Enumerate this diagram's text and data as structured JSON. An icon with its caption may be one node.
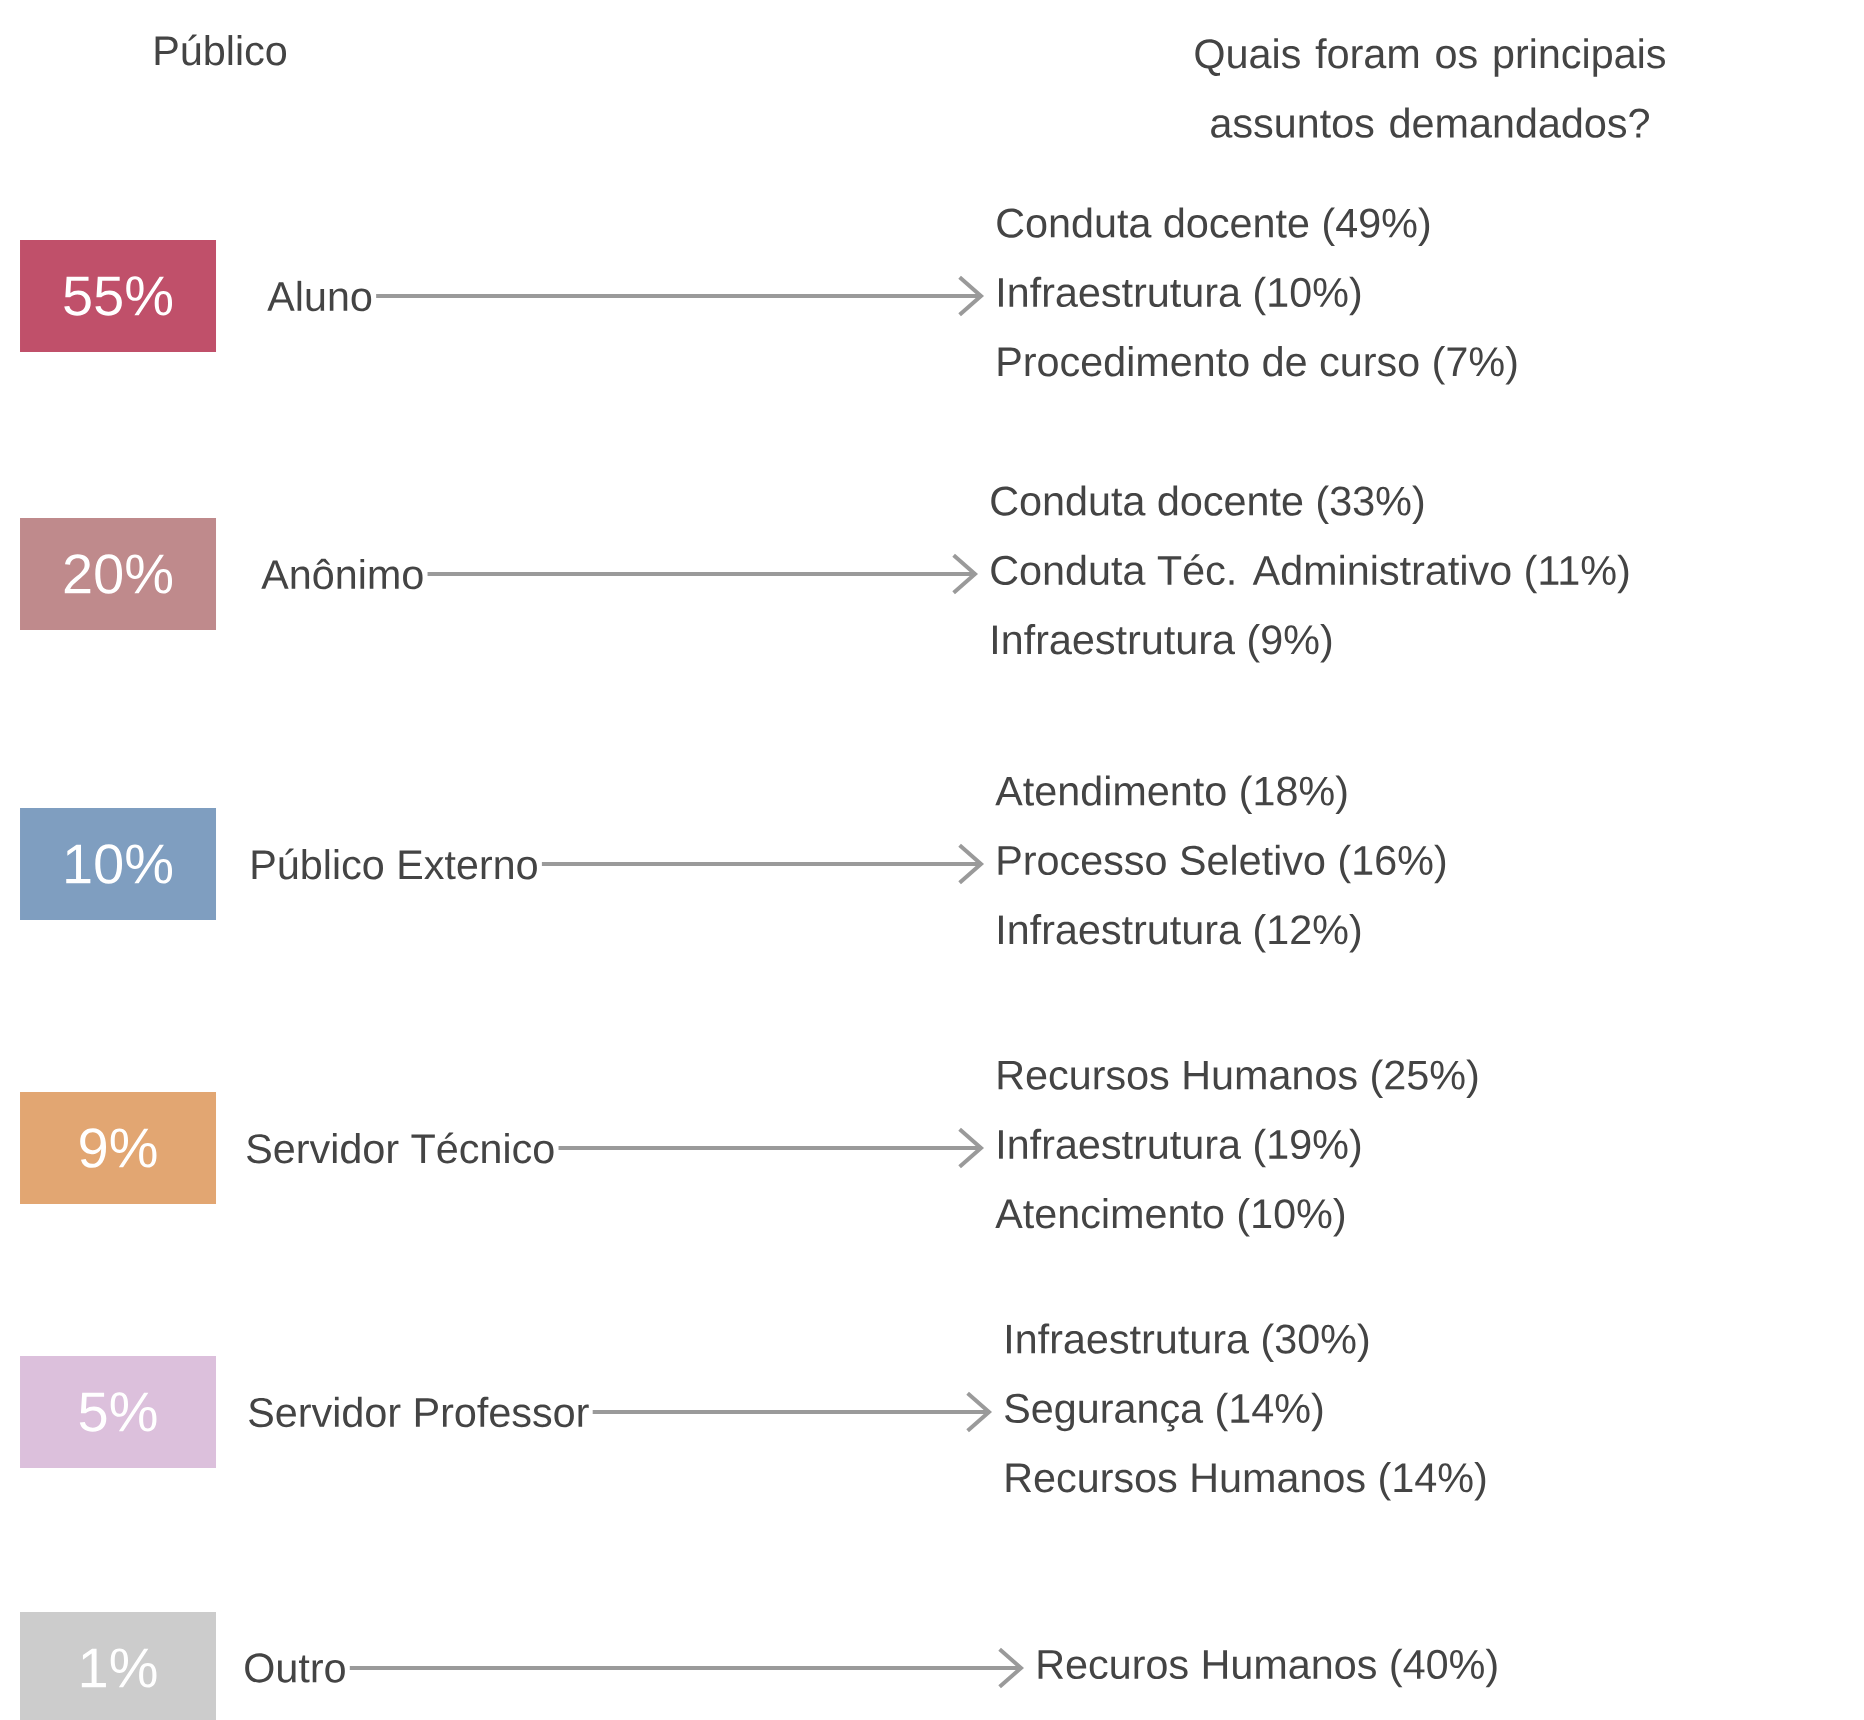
{
  "diagram": {
    "nodes": [
      {
        "text": [
          "55%"
        ]
      },
      {
        "text": [
          "Aluno"
        ]
      },
      {
        "text": [
          "Conduta docente (49%)",
          "Infraestrutura (10%)",
          "Procedimento de curso (7%)"
        ]
      },
      {
        "text": [
          "20%"
        ]
      },
      {
        "text": [
          "Anônimo"
        ]
      },
      {
        "text": [
          "Conduta docente (33%)",
          "Conduta Téc. Administrativo (11%)",
          "Infraestrutura (9%)"
        ]
      },
      {
        "text": [
          "10%"
        ]
      },
      {
        "text": [
          "Público Externo"
        ]
      },
      {
        "text": [
          "Atendimento (18%)",
          "Processo Seletivo (16%)",
          "Infraestrutura (12%)"
        ]
      },
      {
        "text": [
          "9%"
        ]
      },
      {
        "text": [
          "Servidor Técnico"
        ]
      },
      {
        "text": [
          "Recursos Humanos (25%)",
          "Infraestrutura (19%)",
          "Atencimento (10%)"
        ]
      },
      {
        "text": [
          "5%"
        ]
      },
      {
        "text": [
          "Servidor Professor"
        ]
      },
      {
        "text": [
          "Infraestrutura (30%)",
          "Segurança (14%)",
          "Recursos Humanos (14%)"
        ]
      },
      {
        "text": [
          "1%"
        ]
      },
      {
        "text": [
          "Outro"
        ]
      },
      {
        "text": [
          "Recuros Humanos (40%)"
        ]
      }
    ],
    "edges": [
      {
        "from": 1,
        "to": 2,
        "arrow": "to"
      },
      {
        "from": 4,
        "to": 5,
        "arrow": "to"
      },
      {
        "from": 7,
        "to": 8,
        "arrow": "to"
      },
      {
        "from": 10,
        "to": 11,
        "arrow": "to"
      },
      {
        "from": 13,
        "to": 14,
        "arrow": "to"
      },
      {
        "from": 16,
        "to": 17,
        "arrow": "to"
      }
    ],
    "labels": [
      "Público",
      "Quais foram os principais assuntos demandados?"
    ]
  }
}
